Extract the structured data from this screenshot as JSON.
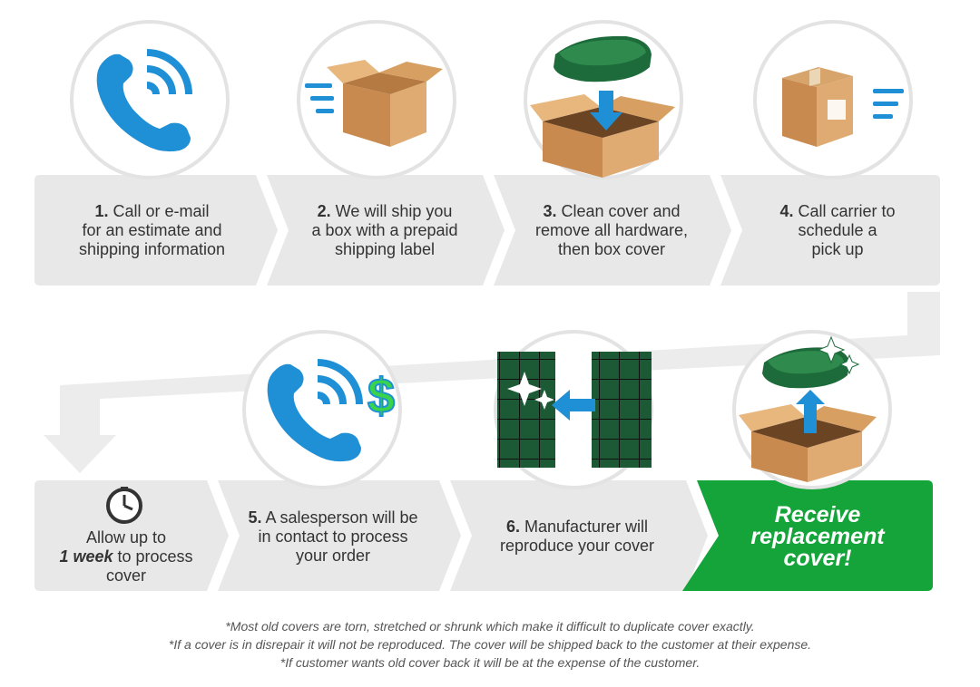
{
  "steps": [
    {
      "num": "1.",
      "lines": [
        "Call or e-mail",
        "for an estimate and",
        "shipping information"
      ],
      "icon": "phone-icon"
    },
    {
      "num": "2.",
      "lines": [
        "We will ship you",
        "a box with a prepaid",
        "shipping label"
      ],
      "icon": "shipping-box-icon"
    },
    {
      "num": "3.",
      "lines": [
        "Clean cover and",
        "remove all hardware,",
        "then box cover"
      ],
      "icon": "cover-into-box-icon"
    },
    {
      "num": "4.",
      "lines": [
        "Call carrier to",
        "schedule a",
        "pick up"
      ],
      "icon": "sealed-box-icon"
    },
    {
      "num": "5.",
      "lines": [
        "A salesperson will be",
        "in contact to process",
        "your order"
      ],
      "icon": "phone-dollar-icon"
    },
    {
      "num": "6.",
      "lines": [
        "Manufacturer will",
        "reproduce your cover"
      ],
      "icon": "reproduce-cover-icon"
    }
  ],
  "wait_step": {
    "line1": "Allow up to",
    "emphasis": "1 week",
    "rest": "to process",
    "line3": "cover",
    "icon": "clock-icon"
  },
  "final_step": {
    "lines": [
      "Receive",
      "replacement",
      "cover!"
    ],
    "icon": "cover-out-of-box-icon"
  },
  "notes": [
    "*Most old covers are torn, stretched or shrunk which make it difficult to duplicate cover exactly.",
    "*If a cover is in disrepair it will not be reproduced. The cover will be shipped back to the customer at their expense.",
    "*If customer wants old cover back it will be at the expense of the customer."
  ],
  "colors": {
    "band": "#e8e8e8",
    "circle_border": "#e3e3e3",
    "blue": "#1f8fd6",
    "green": "#14a43a",
    "cover": "#1d6a3a",
    "box": "#d49a5e",
    "dollar": "#39d44a"
  }
}
